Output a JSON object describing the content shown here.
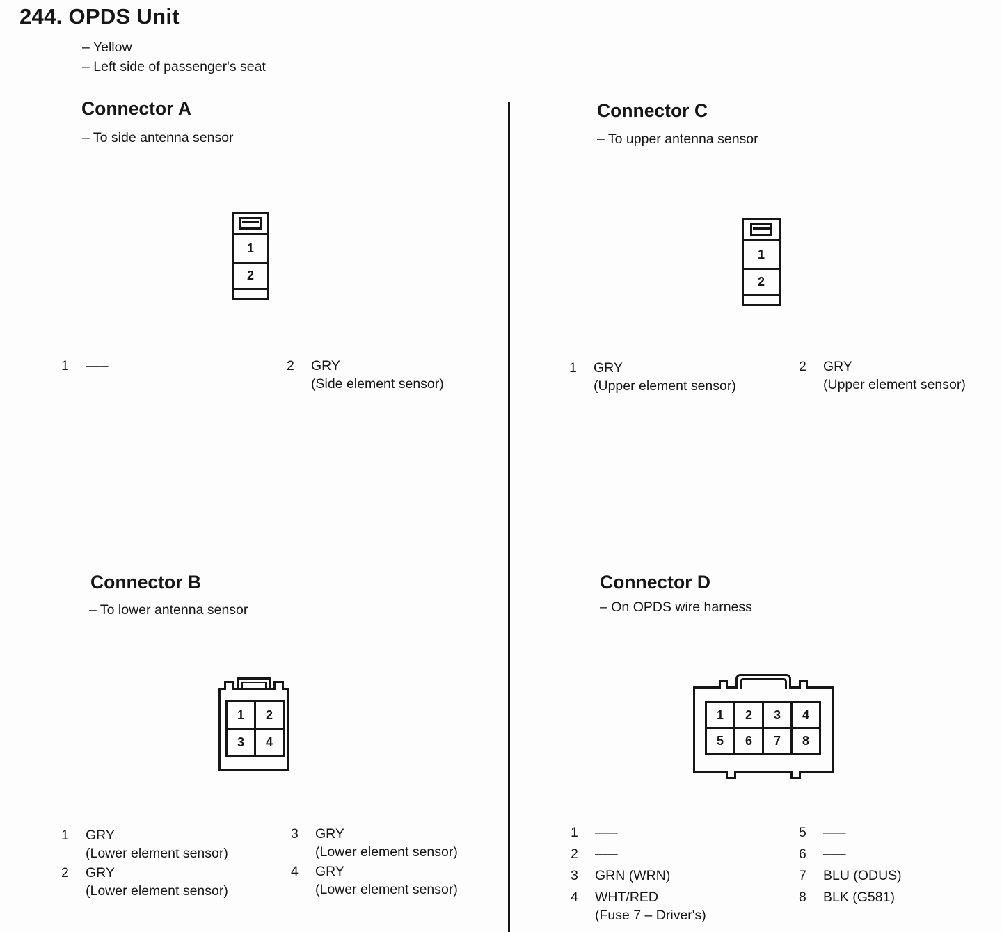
{
  "page": {
    "title": "244. OPDS Unit",
    "notes": [
      "– Yellow",
      "– Left side of passenger's seat"
    ]
  },
  "connector_a": {
    "title": "Connector A",
    "subtitle": "– To side antenna sensor",
    "diagram_pins": [
      "1",
      "2"
    ],
    "pins": [
      {
        "num": "1",
        "wire": "–––",
        "desc": ""
      },
      {
        "num": "2",
        "wire": "GRY",
        "desc": "(Side element sensor)"
      }
    ]
  },
  "connector_b": {
    "title": "Connector B",
    "subtitle": "– To lower antenna sensor",
    "diagram_pins": [
      "1",
      "2",
      "3",
      "4"
    ],
    "pins_left": [
      {
        "num": "1",
        "wire": "GRY",
        "desc": "(Lower element sensor)"
      },
      {
        "num": "2",
        "wire": "GRY",
        "desc": "(Lower element sensor)"
      }
    ],
    "pins_right": [
      {
        "num": "3",
        "wire": "GRY",
        "desc": "(Lower element sensor)"
      },
      {
        "num": "4",
        "wire": "GRY",
        "desc": "(Lower element sensor)"
      }
    ]
  },
  "connector_c": {
    "title": "Connector C",
    "subtitle": "– To upper antenna sensor",
    "diagram_pins": [
      "1",
      "2"
    ],
    "pins": [
      {
        "num": "1",
        "wire": "GRY",
        "desc": "(Upper element sensor)"
      },
      {
        "num": "2",
        "wire": "GRY",
        "desc": "(Upper element sensor)"
      }
    ]
  },
  "connector_d": {
    "title": "Connector D",
    "subtitle": "– On OPDS wire harness",
    "diagram_pins": [
      "1",
      "2",
      "3",
      "4",
      "5",
      "6",
      "7",
      "8"
    ],
    "pins_left": [
      {
        "num": "1",
        "wire": "–––",
        "desc": ""
      },
      {
        "num": "2",
        "wire": "–––",
        "desc": ""
      },
      {
        "num": "3",
        "wire": "GRN (WRN)",
        "desc": ""
      },
      {
        "num": "4",
        "wire": "WHT/RED",
        "desc": "(Fuse 7 – Driver's)"
      }
    ],
    "pins_right": [
      {
        "num": "5",
        "wire": "–––",
        "desc": ""
      },
      {
        "num": "6",
        "wire": "–––",
        "desc": ""
      },
      {
        "num": "7",
        "wire": "BLU (ODUS)",
        "desc": ""
      },
      {
        "num": "8",
        "wire": "BLK (G581)",
        "desc": ""
      }
    ]
  }
}
